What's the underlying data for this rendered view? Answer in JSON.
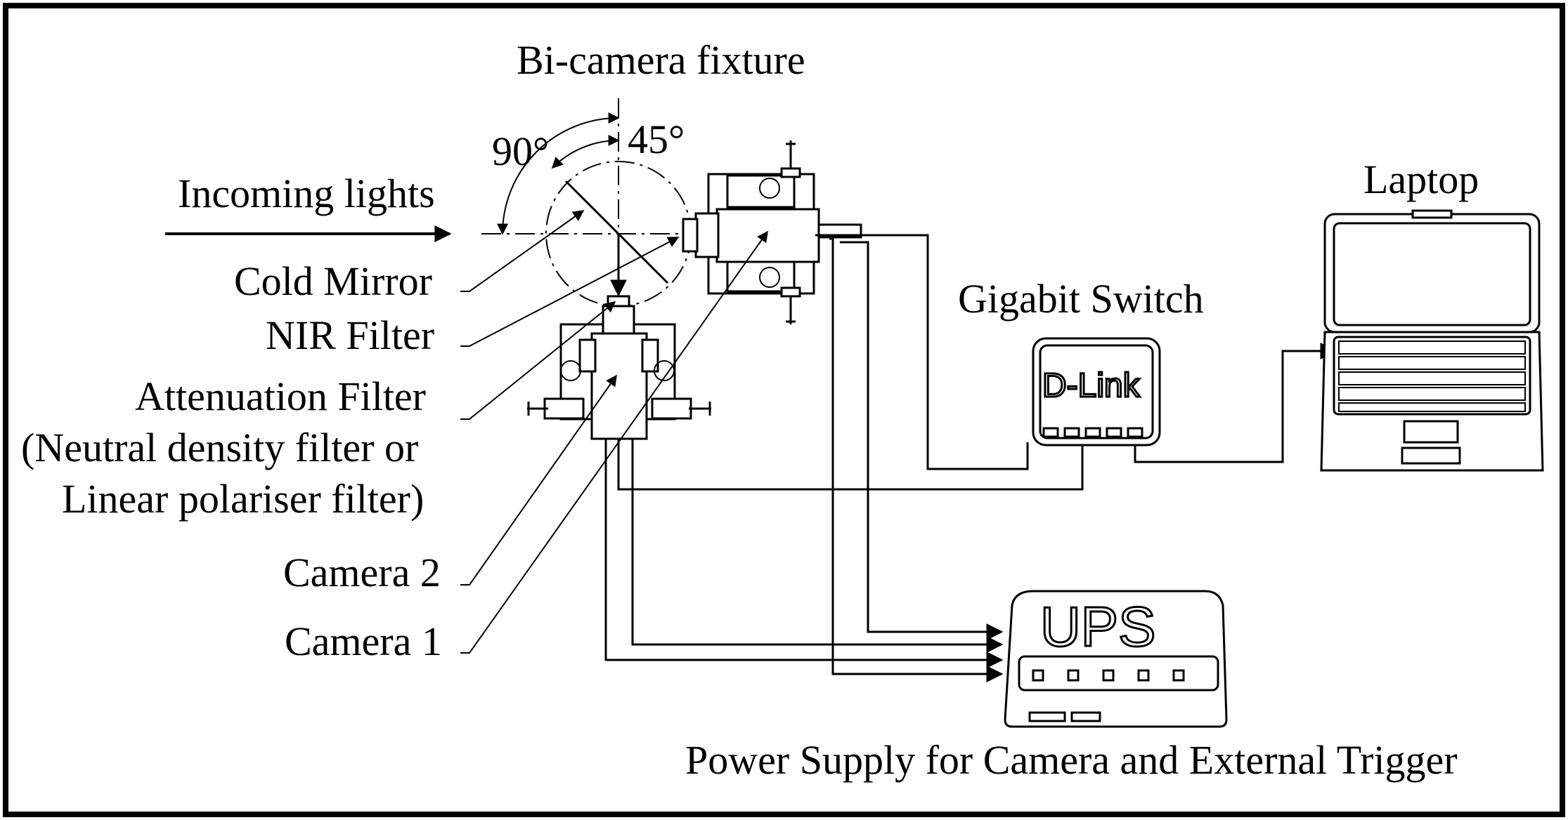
{
  "labels": {
    "fixture_title": "Bi-camera fixture",
    "angle_90": "90°",
    "angle_45": "45°",
    "incoming_lights": "Incoming lights",
    "cold_mirror": "Cold Mirror",
    "nir_filter": "NIR Filter",
    "attenuation_line1": "Attenuation Filter",
    "attenuation_line2": "(Neutral density filter or",
    "attenuation_line3": "Linear polariser filter)",
    "camera2": "Camera 2",
    "camera1": "Camera 1",
    "switch_title": "Gigabit Switch",
    "laptop_title": "Laptop",
    "power_supply": "Power Supply for Camera and External Trigger"
  },
  "devices": {
    "switch_brand": "D-Link",
    "ups_brand": "UPS"
  }
}
